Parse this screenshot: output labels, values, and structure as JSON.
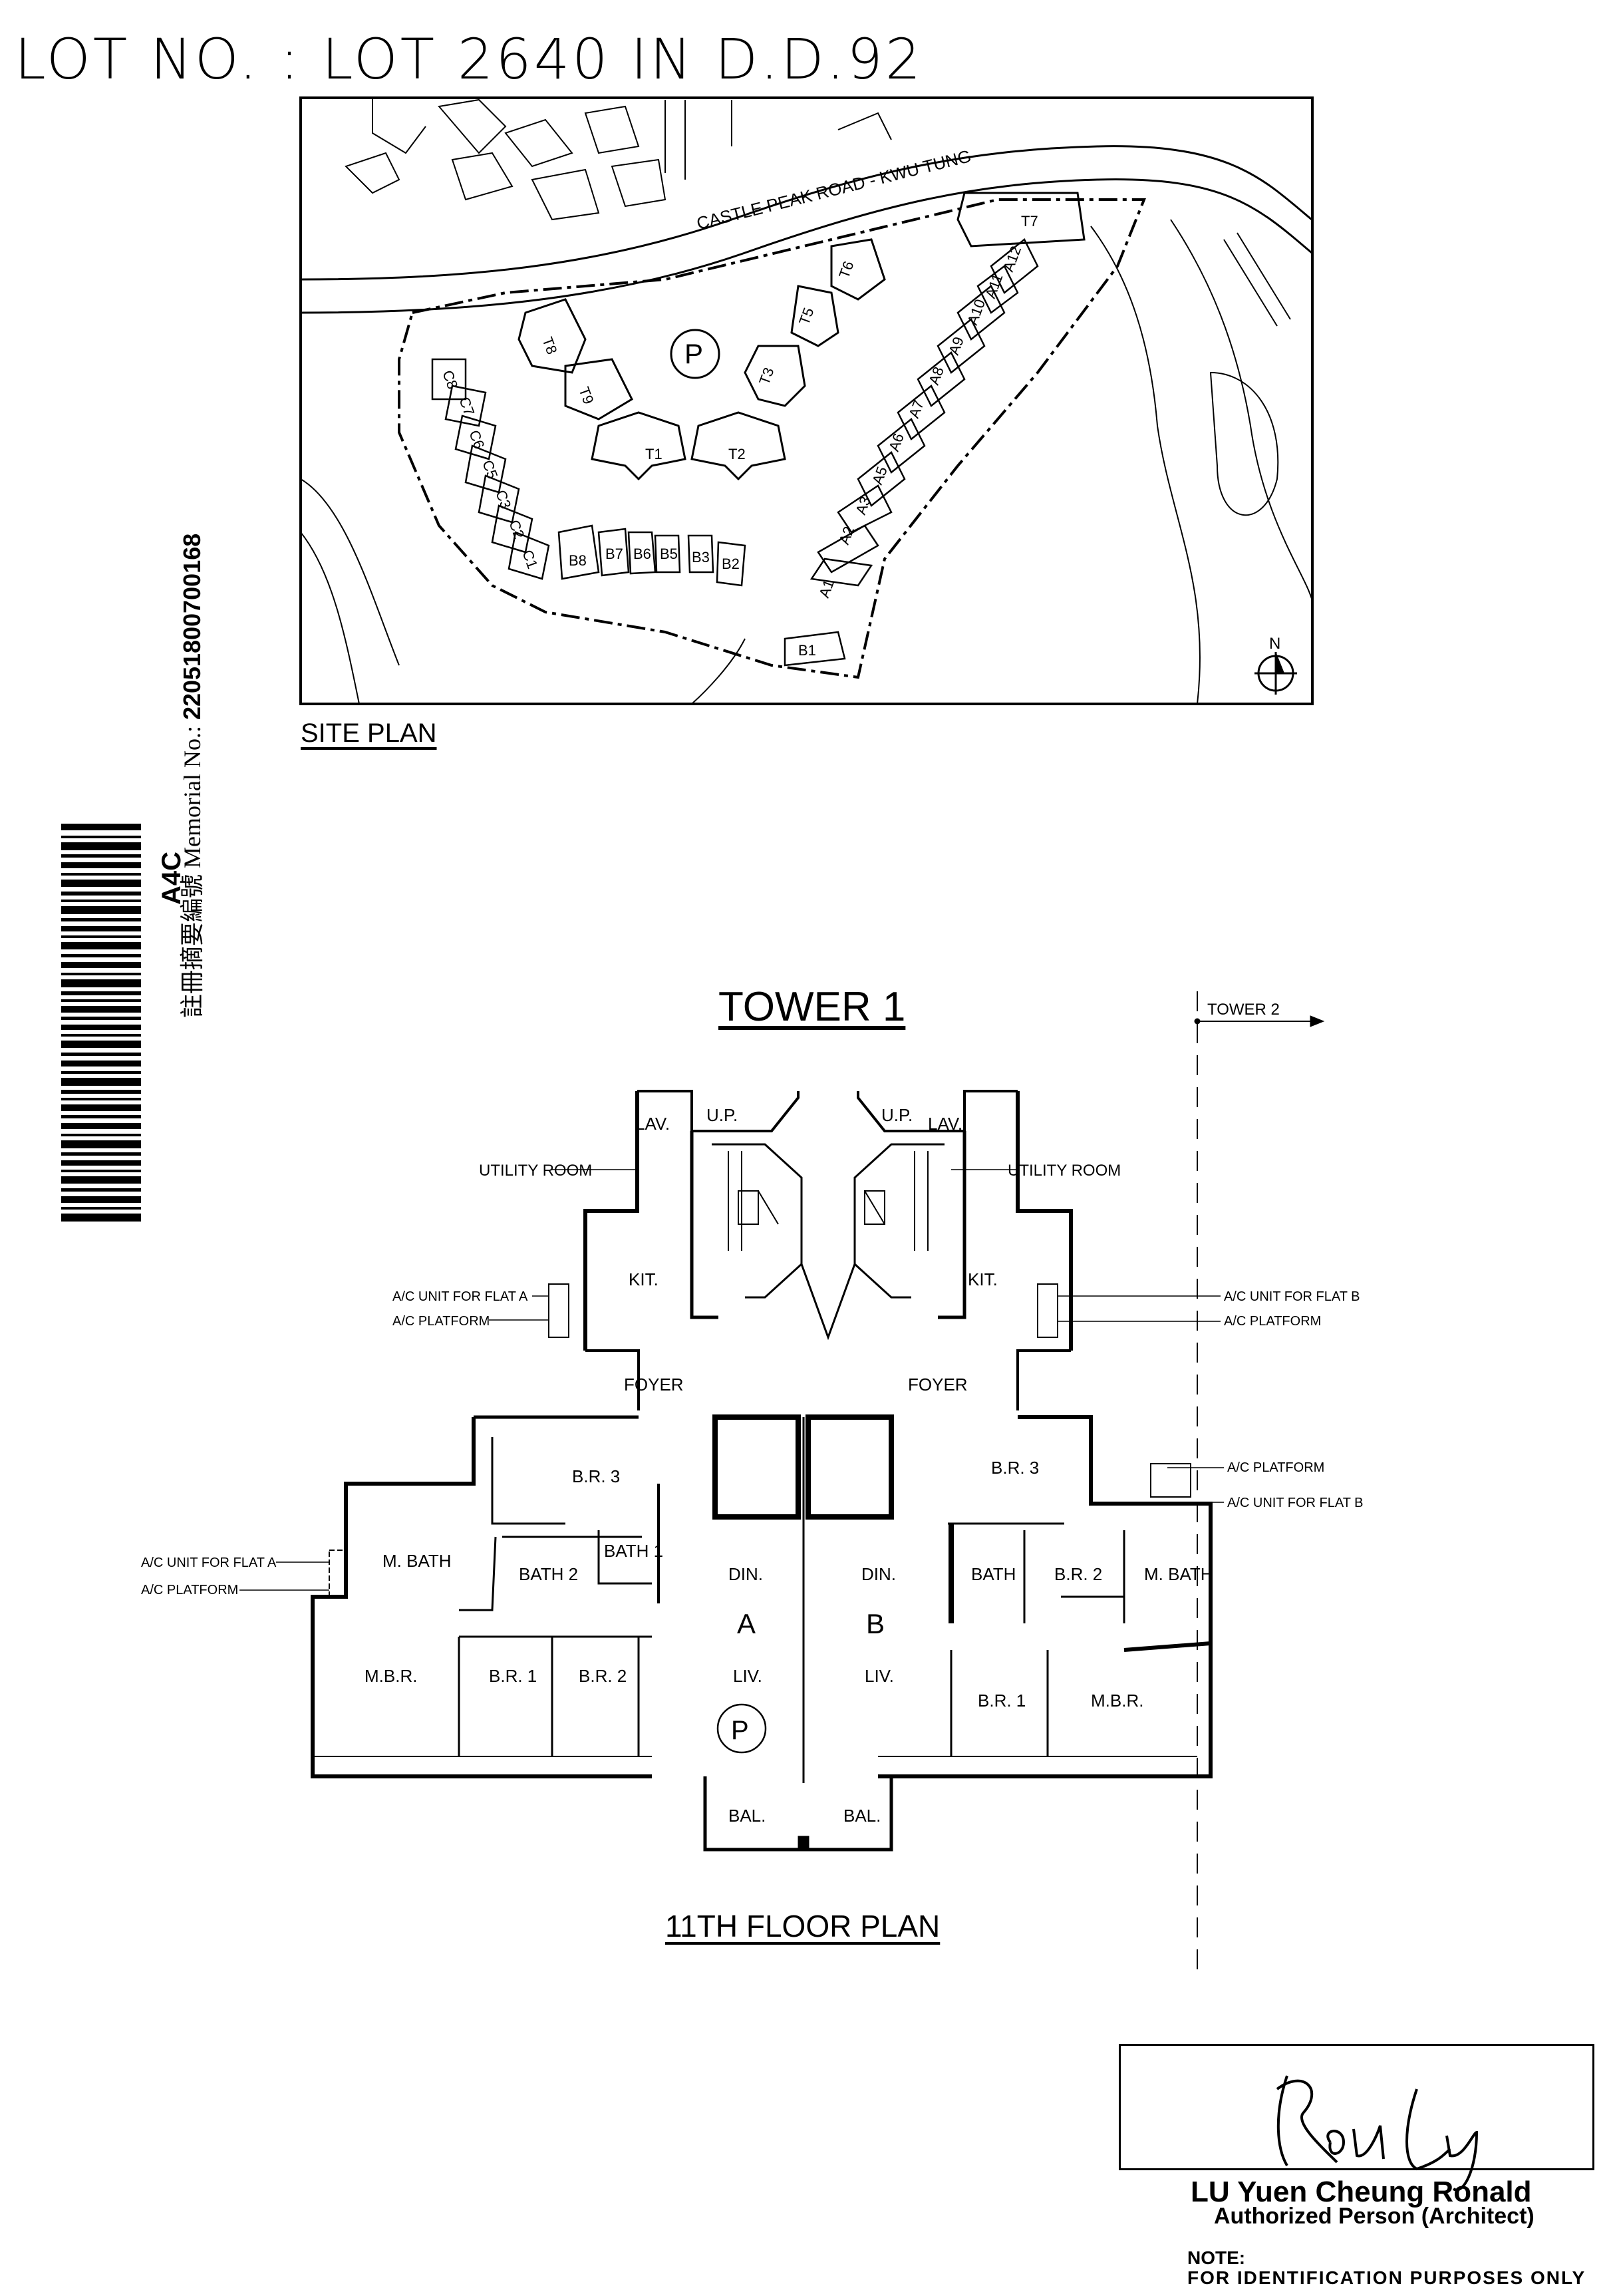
{
  "lot_title": "LOT NO. : LOT 2640 IN D.D.92",
  "site_plan": {
    "caption": "SITE PLAN",
    "road_label": "CASTLE PEAK ROAD - KWU TUNG",
    "parking": "P",
    "north": "N",
    "towers": [
      "T1",
      "T2",
      "T3",
      "T5",
      "T6",
      "T7",
      "T8",
      "T9"
    ],
    "houses_a": [
      "A1",
      "A2",
      "A3",
      "A5",
      "A6",
      "A7",
      "A8",
      "A9",
      "A10",
      "A11",
      "A12"
    ],
    "houses_b": [
      "B1",
      "B2",
      "B3",
      "B5",
      "B6",
      "B7",
      "B8"
    ],
    "houses_c": [
      "C1",
      "C2",
      "C3",
      "C5",
      "C6",
      "C7",
      "C8"
    ]
  },
  "memorial": {
    "label": "註冊摘要編號 Memorial No.:",
    "number": "22051800700168",
    "sheet": "A4C"
  },
  "floor_plan": {
    "tower_title": "TOWER 1",
    "tower2_ref": "TOWER 2",
    "caption": "11TH FLOOR PLAN",
    "rooms": {
      "lav_a": "LAV.",
      "up_a": "U.P.",
      "up_b": "U.P.",
      "lav_b": "LAV.",
      "utility_a": "UTILITY ROOM",
      "utility_b": "UTILITY ROOM",
      "kit_a": "KIT.",
      "kit_b": "KIT.",
      "foyer_a": "FOYER",
      "foyer_b": "FOYER",
      "br3_a": "B.R. 3",
      "br3_b": "B.R. 3",
      "mbath_a": "M. BATH",
      "bath2_a": "BATH 2",
      "bath1_a": "BATH 1",
      "bath_b": "BATH",
      "br2_b": "B.R. 2",
      "mbath_b": "M. BATH",
      "din_a": "DIN.",
      "din_b": "DIN.",
      "flat_a": "A",
      "flat_b": "B",
      "liv_a": "LIV.",
      "liv_b": "LIV.",
      "parking": "P",
      "mbr_a": "M.B.R.",
      "br1_a": "B.R. 1",
      "br2_a": "B.R. 2",
      "br1_b": "B.R. 1",
      "mbr_b": "M.B.R.",
      "bal_a": "BAL.",
      "bal_b": "BAL."
    },
    "annotations": {
      "ac_unit_a1": "A/C UNIT FOR FLAT A",
      "ac_platform_a1": "A/C PLATFORM",
      "ac_unit_b1": "A/C UNIT FOR FLAT B",
      "ac_platform_b1": "A/C PLATFORM",
      "ac_platform_b2": "A/C PLATFORM",
      "ac_unit_b2": "A/C UNIT FOR FLAT B",
      "ac_unit_a2": "A/C UNIT FOR FLAT A",
      "ac_platform_a2": "A/C PLATFORM"
    }
  },
  "signature": {
    "handwriting": "Rou Ly",
    "name": "LU Yuen Cheung Ronald",
    "role": "Authorized Person (Architect)"
  },
  "note": {
    "label": "NOTE:",
    "text": "FOR IDENTIFICATION PURPOSES ONLY"
  }
}
